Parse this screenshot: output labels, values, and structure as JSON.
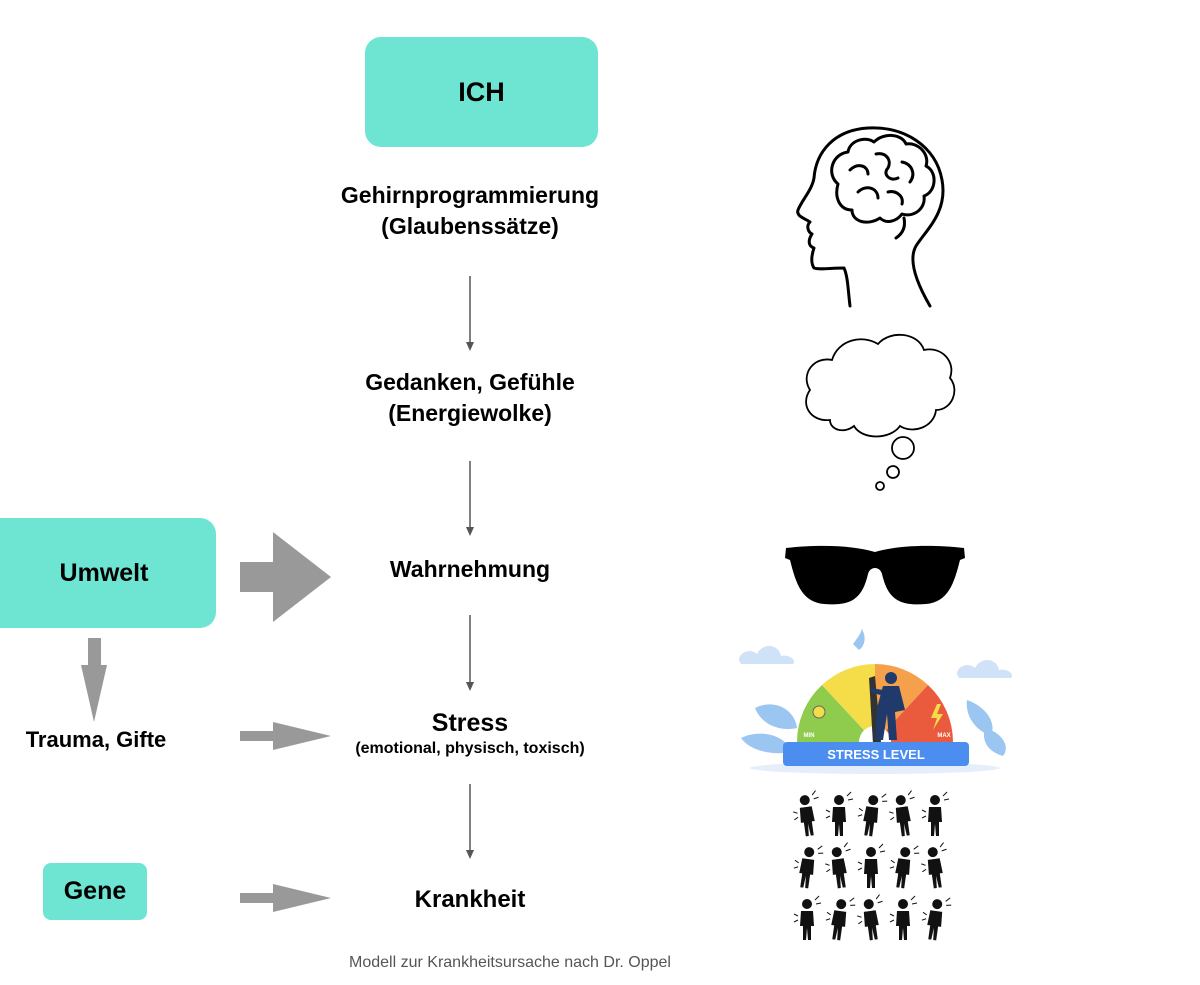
{
  "nodes": {
    "ich": "ICH",
    "programming_line1": "Gehirnprogrammierung",
    "programming_line2": "(Glaubenssätze)",
    "thoughts_line1": "Gedanken, Gefühle",
    "thoughts_line2": "(Energiewolke)",
    "perception": "Wahrnehmung",
    "stress": "Stress",
    "stress_sub": "(emotional, physisch, toxisch)",
    "disease": "Krankheit",
    "environment": "Umwelt",
    "trauma": "Trauma, Gifte",
    "genes": "Gene"
  },
  "illustrations": {
    "head_brain": "head-brain-icon",
    "thought_cloud": "thought-cloud-icon",
    "sunglasses": "sunglasses-icon",
    "gauge_min": "MIN",
    "gauge_max": "MAX",
    "gauge_label": "STRESS LEVEL",
    "sick_people": "sick-people-icons"
  },
  "caption": "Modell zur Krankheitsursache nach Dr. Oppel",
  "colors": {
    "box": "#6ee4d2",
    "arrow_big": "#999999",
    "arrow_thin": "#555555",
    "gauge_bar": "#4b8ef0"
  }
}
